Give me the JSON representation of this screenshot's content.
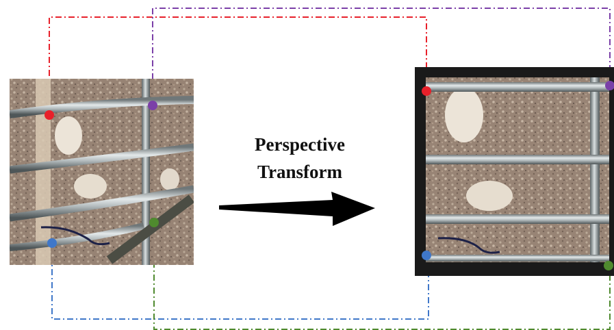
{
  "caption": {
    "line1": "Perspective",
    "line2": "Transform"
  },
  "colors": {
    "red": "#e8202a",
    "purple": "#7b3fa8",
    "blue": "#3f77c9",
    "green": "#4f8a2e",
    "frame": "#1a1a1a",
    "arrow": "#000000"
  },
  "corner_points": [
    "red",
    "purple",
    "blue",
    "green"
  ],
  "connectors": [
    "red",
    "purple",
    "blue",
    "green"
  ]
}
